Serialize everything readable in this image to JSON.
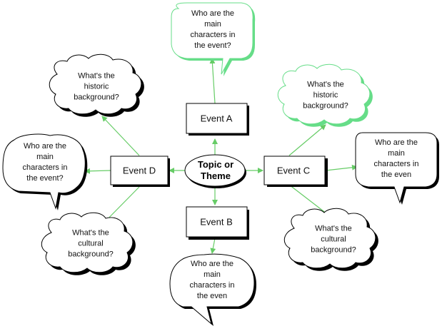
{
  "center": {
    "label": "Topic or\nTheme"
  },
  "events": {
    "a": "Event A",
    "b": "Event B",
    "c": "Event C",
    "d": "Event D"
  },
  "bubbles": {
    "a_main": "Who are the\nmain\ncharacters in\nthe event?",
    "c_historic": "What's the\nhistoric\nbackground?",
    "c_main": "Who are the\nmain\ncharacters in\nthe even",
    "c_cultural": "What's the\ncultural\nbackground?",
    "b_main": "Who are the\nmain\ncharacters in\nthe even",
    "d_cultural": "What's the\ncultural\nbackground?",
    "d_main": "Who are the\nmain\ncharacters in\nthe event?",
    "d_historic": "What's the\nhistoric\nbackground?"
  },
  "colors": {
    "arrow": "#66cc66",
    "green_outline": "#66dd88",
    "black_outline": "#000000",
    "shadow": "#000000"
  }
}
